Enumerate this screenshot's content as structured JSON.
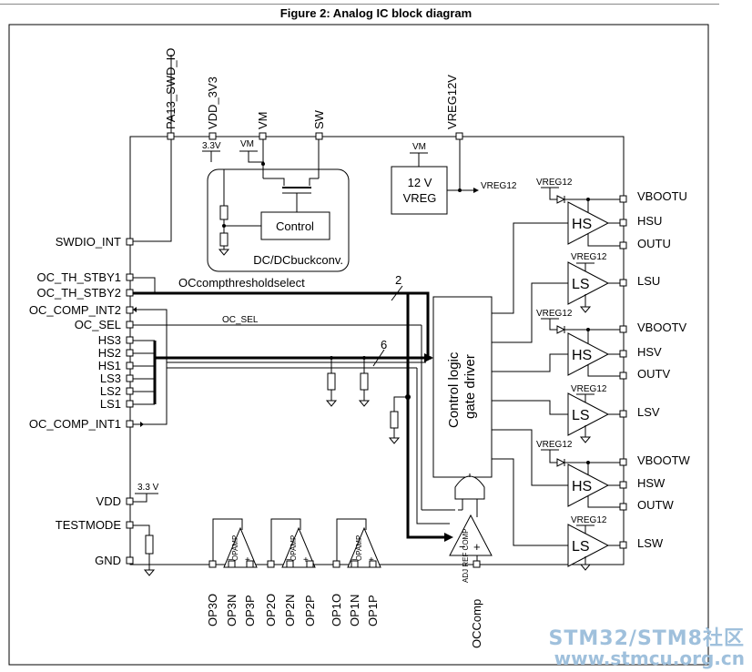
{
  "title": "Figure 2: Analog IC block diagram",
  "top_pins": [
    "PA13_SWD_IO",
    "VDD_3V3",
    "VM",
    "SW",
    "VREG12V"
  ],
  "left_pins": [
    "SWDIO_INT",
    "OC_TH_STBY1",
    "OC_TH_STBY2",
    "OC_COMP_INT2",
    "OC_SEL",
    "HS3",
    "HS2",
    "HS1",
    "LS3",
    "LS2",
    "LS1",
    "OC_COMP_INT1",
    "VDD",
    "TESTMODE",
    "GND"
  ],
  "right_pins": [
    "VBOOTU",
    "HSU",
    "OUTU",
    "LSU",
    "VBOOTV",
    "HSV",
    "OUTV",
    "LSV",
    "VBOOTW",
    "HSW",
    "OUTW",
    "LSW"
  ],
  "bottom_pins": [
    "OP3O",
    "OP3N",
    "OP3P",
    "OP2O",
    "OP2N",
    "OP2P",
    "OP1O",
    "OP1N",
    "OP1P",
    "OCComp"
  ],
  "dcdc": {
    "caption": "DC/DCbuckconv.",
    "control": "Control",
    "supply": "3.3V",
    "vm": "VM"
  },
  "vreg": {
    "line1": "12 V",
    "line2": "VREG",
    "out": "VREG12",
    "vm": "VM"
  },
  "control_logic": {
    "line1": "Control logic",
    "line2": "gate driver"
  },
  "drivers": {
    "hs": "HS",
    "ls": "LS",
    "supply": "VREG12"
  },
  "signals": {
    "occomp": "OCcompthresholdselect",
    "ocsel": "OC_SEL",
    "bus2": "2",
    "bus6": "6"
  },
  "vdd_supply": "3.3 V",
  "opamp": {
    "label": "OPAMP",
    "minus": "−",
    "plus": "+"
  },
  "comparator": {
    "label": "ADJ REF COMP",
    "minus": "−",
    "plus": "+"
  },
  "watermark": {
    "line1": "STM32/STM8社区",
    "line2": "www.stmcu.org.cn"
  }
}
